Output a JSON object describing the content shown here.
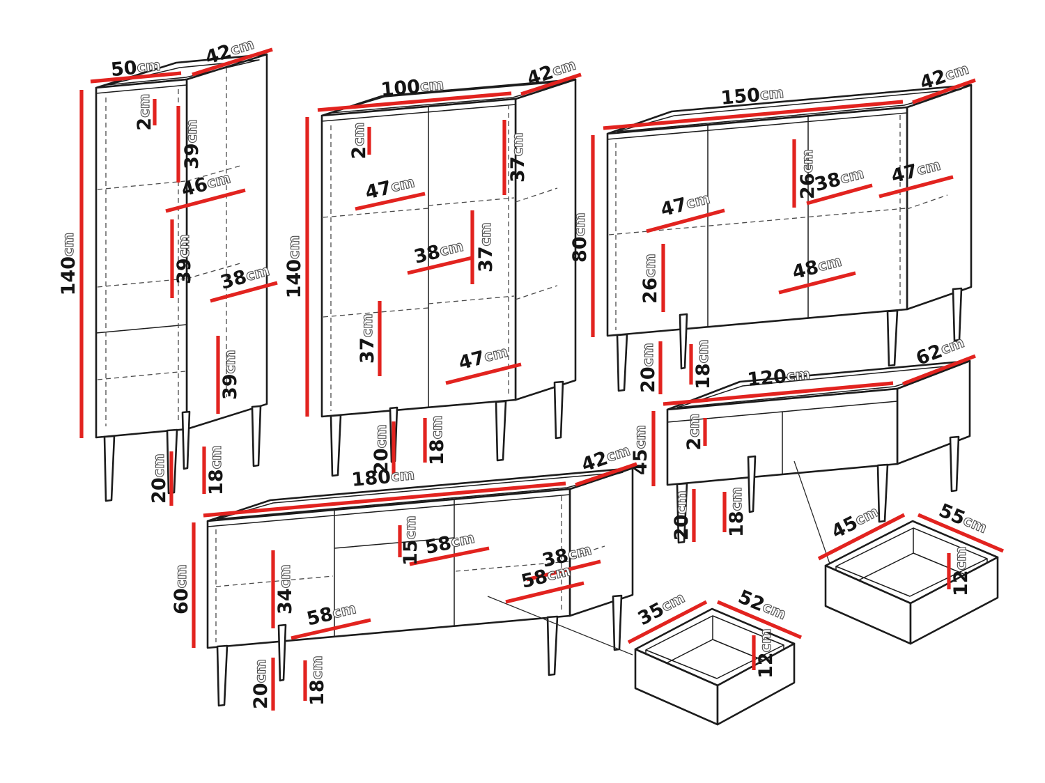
{
  "diagram": {
    "unit": "cm",
    "accent_color": "#e2231f",
    "outline_color": "#1c1c1c"
  },
  "pieces": {
    "tall_cabinet": {
      "dims": {
        "width": {
          "v": "50",
          "u": "cm"
        },
        "depth": {
          "v": "42",
          "u": "cm"
        },
        "top_thickness": {
          "v": "2",
          "u": "cm"
        },
        "shelf_gap_top": {
          "v": "39",
          "u": "cm"
        },
        "inner_width_upper": {
          "v": "46",
          "u": "cm"
        },
        "shelf_gap_middle": {
          "v": "39",
          "u": "cm"
        },
        "inner_width_lower": {
          "v": "38",
          "u": "cm"
        },
        "shelf_gap_bottom": {
          "v": "39",
          "u": "cm"
        },
        "height": {
          "v": "140",
          "u": "cm"
        },
        "clearance": {
          "v": "18",
          "u": "cm"
        },
        "leg_height": {
          "v": "20",
          "u": "cm"
        }
      }
    },
    "highboard": {
      "dims": {
        "width": {
          "v": "100",
          "u": "cm"
        },
        "depth": {
          "v": "42",
          "u": "cm"
        },
        "top_thickness": {
          "v": "2",
          "u": "cm"
        },
        "height": {
          "v": "140",
          "u": "cm"
        },
        "gap_top_right": {
          "v": "37",
          "u": "cm"
        },
        "inner_width_top": {
          "v": "47",
          "u": "cm"
        },
        "gap_middle_right": {
          "v": "37",
          "u": "cm"
        },
        "inner_width_middle": {
          "v": "38",
          "u": "cm"
        },
        "gap_lower_left": {
          "v": "37",
          "u": "cm"
        },
        "inner_width_bottom": {
          "v": "47",
          "u": "cm"
        },
        "clearance": {
          "v": "18",
          "u": "cm"
        },
        "leg_height": {
          "v": "20",
          "u": "cm"
        }
      }
    },
    "sideboard": {
      "dims": {
        "width": {
          "v": "150",
          "u": "cm"
        },
        "depth": {
          "v": "42",
          "u": "cm"
        },
        "height": {
          "v": "80",
          "u": "cm"
        },
        "gap_upper_mid": {
          "v": "26",
          "u": "cm"
        },
        "inner_width_mid": {
          "v": "38",
          "u": "cm"
        },
        "inner_width_right": {
          "v": "47",
          "u": "cm"
        },
        "inner_width_left": {
          "v": "47",
          "u": "cm"
        },
        "gap_lower_left": {
          "v": "26",
          "u": "cm"
        },
        "inner_width_bottom": {
          "v": "48",
          "u": "cm"
        },
        "clearance": {
          "v": "18",
          "u": "cm"
        },
        "leg_height": {
          "v": "20",
          "u": "cm"
        }
      }
    },
    "coffee_table": {
      "dims": {
        "width": {
          "v": "120",
          "u": "cm"
        },
        "depth": {
          "v": "62",
          "u": "cm"
        },
        "top_thickness": {
          "v": "2",
          "u": "cm"
        },
        "height": {
          "v": "45",
          "u": "cm"
        },
        "clearance": {
          "v": "18",
          "u": "cm"
        },
        "leg_height": {
          "v": "20",
          "u": "cm"
        }
      }
    },
    "tv_stand": {
      "dims": {
        "width": {
          "v": "180",
          "u": "cm"
        },
        "depth": {
          "v": "42",
          "u": "cm"
        },
        "height": {
          "v": "60",
          "u": "cm"
        },
        "door_inner_height": {
          "v": "34",
          "u": "cm"
        },
        "niche_height": {
          "v": "15",
          "u": "cm"
        },
        "niche_width": {
          "v": "58",
          "u": "cm"
        },
        "inner_width_right": {
          "v": "38",
          "u": "cm"
        },
        "inner_width_right_lower": {
          "v": "58",
          "u": "cm"
        },
        "inner_width_left": {
          "v": "58",
          "u": "cm"
        },
        "clearance": {
          "v": "18",
          "u": "cm"
        },
        "leg_height": {
          "v": "20",
          "u": "cm"
        }
      }
    },
    "drawer_small": {
      "dims": {
        "front_width": {
          "v": "35",
          "u": "cm"
        },
        "depth": {
          "v": "52",
          "u": "cm"
        },
        "height": {
          "v": "12",
          "u": "cm"
        }
      }
    },
    "drawer_large": {
      "dims": {
        "front_width": {
          "v": "45",
          "u": "cm"
        },
        "depth": {
          "v": "55",
          "u": "cm"
        },
        "height": {
          "v": "12",
          "u": "cm"
        }
      }
    }
  }
}
